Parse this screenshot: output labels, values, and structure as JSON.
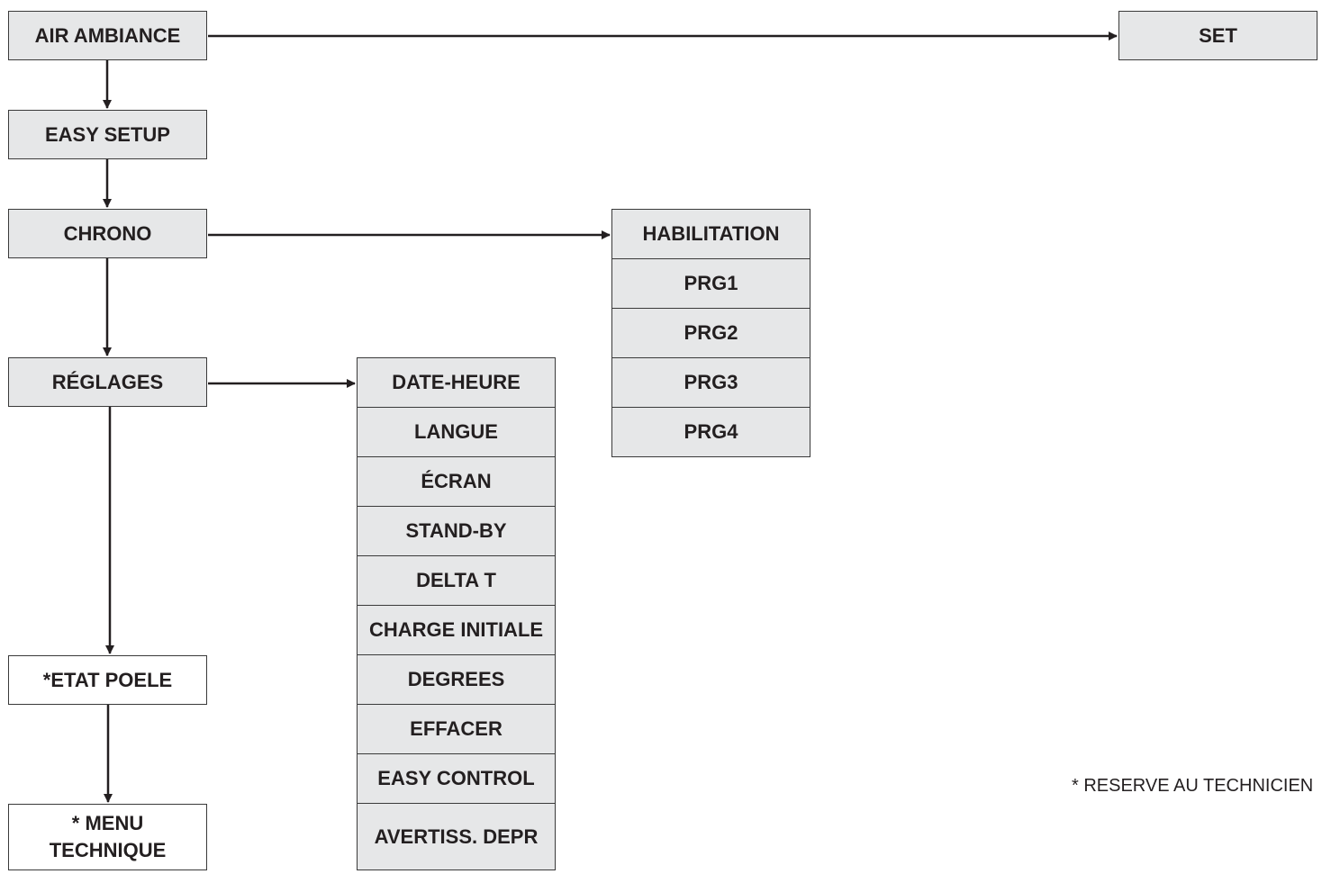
{
  "main_menu": {
    "air_ambiance": "AIR AMBIANCE",
    "easy_setup": "EASY SETUP",
    "chrono": "CHRONO",
    "reglages": "RÉGLAGES",
    "etat_poele": "*ETAT POELE",
    "menu_technique_line1": "* MENU",
    "menu_technique_line2": "TECHNIQUE"
  },
  "set_box": {
    "label": "SET"
  },
  "chrono_submenu": {
    "items": [
      "HABILITATION",
      "PRG1",
      "PRG2",
      "PRG3",
      "PRG4"
    ]
  },
  "reglages_submenu": {
    "items": [
      "DATE-HEURE",
      "LANGUE",
      "ÉCRAN",
      "STAND-BY",
      "DELTA T",
      "CHARGE INITIALE",
      "DEGREES",
      "EFFACER",
      "EASY CONTROL",
      "AVERTISS. DEPR"
    ]
  },
  "footnote": "* RESERVE AU TECHNICIEN",
  "colors": {
    "box_fill": "#e6e7e8",
    "box_border": "#3a3a3a",
    "text": "#231f20",
    "arrow": "#231f20"
  }
}
